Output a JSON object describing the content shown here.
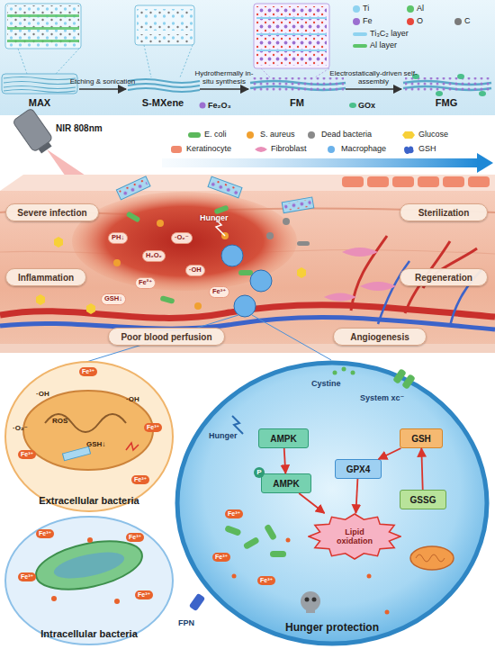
{
  "diagram": {
    "nodes": [
      {
        "text": [
          "MAX"
        ]
      },
      {
        "text": [
          "S-MXene"
        ]
      },
      {
        "text": [
          "FM"
        ]
      },
      {
        "text": [
          "FMG"
        ]
      },
      {
        "text": [
          "Severe infection"
        ]
      },
      {
        "text": [
          "Inflammation"
        ]
      },
      {
        "text": [
          "Poor blood perfusion"
        ]
      },
      {
        "text": [
          "Sterilization"
        ]
      },
      {
        "text": [
          "Regeneration"
        ]
      },
      {
        "text": [
          "Angiogenesis"
        ]
      },
      {
        "text": [
          "Extracellular bacteria"
        ]
      },
      {
        "text": [
          "Intracellular bacteria"
        ]
      },
      {
        "text": [
          "Hunger protection"
        ]
      },
      {
        "text": [
          "AMPK"
        ],
        "in": 12
      },
      {
        "text": [
          "AMPK"
        ],
        "in": 12
      },
      {
        "text": [
          "GSH"
        ],
        "in": 12
      },
      {
        "text": [
          "GPX4"
        ],
        "in": 12
      },
      {
        "text": [
          "GSSG"
        ],
        "in": 12
      },
      {
        "text": [
          "Lipid oxidation"
        ],
        "in": 12
      }
    ],
    "edges": [
      {
        "from": 0,
        "to": 1,
        "label": "Etching & sonication",
        "arrow": "to"
      },
      {
        "from": 1,
        "to": 2,
        "label": "Hydrothermally in-situ synthesis",
        "arrow": "to"
      },
      {
        "from": 2,
        "to": 3,
        "label": "Electrostatically-driven self-assembly",
        "arrow": "to"
      },
      {
        "from": 13,
        "to": 14,
        "arrow": "to"
      },
      {
        "from": 14,
        "to": 18,
        "arrow": "to"
      },
      {
        "from": 16,
        "to": 18,
        "arrow": "to"
      },
      {
        "from": 15,
        "to": 16,
        "arrow": "to"
      },
      {
        "from": 17,
        "to": 15,
        "arrow": "to"
      }
    ],
    "labels": [
      "Fe₂O₃",
      "GOx",
      "NIR 808nm",
      "Hunger",
      "PH↓",
      "GSH↓",
      "H₂O₂",
      "·OH",
      "Fe²⁺",
      "·O₂⁻",
      "Fe³⁺",
      "ROS",
      "GSH↓",
      "·OH",
      "·O₂⁻",
      "·OH",
      "Fe³⁺",
      "Fe³⁺",
      "Fe³⁺",
      "Fe³⁺",
      "Fe³⁺",
      "Fe³⁺",
      "Fe³⁺",
      "Fe³⁺",
      "Cystine",
      "System xc⁻",
      "Hunger",
      "P",
      "FPN",
      "Fe³⁺",
      "Fe³⁺",
      "Fe³⁺"
    ],
    "legend": [
      {
        "text": "Ti",
        "color": "#8fd3f0"
      },
      {
        "text": "Al",
        "color": "#5cc46a"
      },
      {
        "text": "Fe",
        "color": "#9b6fd0"
      },
      {
        "text": "O",
        "color": "#e8473b"
      },
      {
        "text": "C",
        "color": "#7a7a7a"
      },
      {
        "text": "Ti₃C₂ layer"
      },
      {
        "text": "Al layer"
      },
      {
        "text": "E. coli"
      },
      {
        "text": "S. aureus"
      },
      {
        "text": "Dead bacteria"
      },
      {
        "text": "Glucose"
      },
      {
        "text": "Keratinocyte"
      },
      {
        "text": "Fibroblast"
      },
      {
        "text": "Macrophage"
      },
      {
        "text": "GSH"
      }
    ]
  }
}
